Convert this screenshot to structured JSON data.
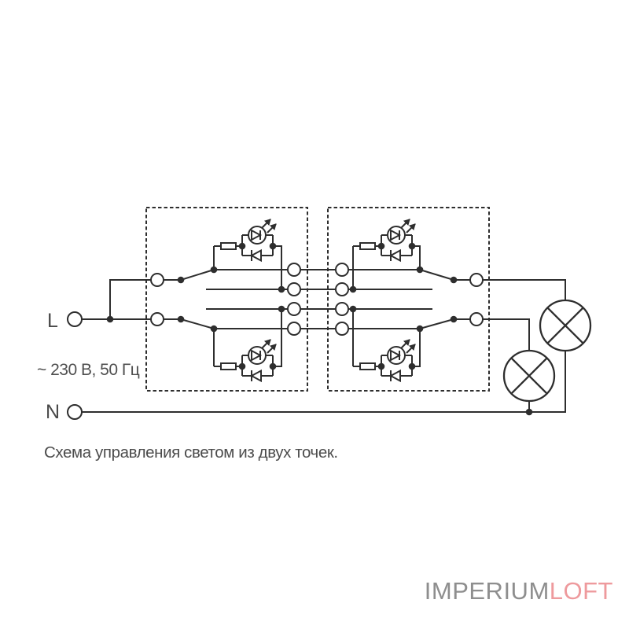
{
  "diagram": {
    "labels": {
      "line": "L",
      "neutral": "N"
    },
    "voltage_note": "~ 230 В, 50 Гц",
    "caption": "Схема управления светом из двух точек.",
    "components": {
      "switch_boxes": 2,
      "switches_per_box": 2,
      "led_indicators": 4,
      "lamps": 2
    },
    "colors": {
      "wire": "#2e2e2e",
      "text": "#4c4c4c",
      "background": "#ffffff"
    }
  },
  "logo": {
    "part1": "IMPERIUM",
    "part2": "LOFT",
    "color_part1": "#8e8e8e",
    "color_part2": "#ee9a9d"
  }
}
